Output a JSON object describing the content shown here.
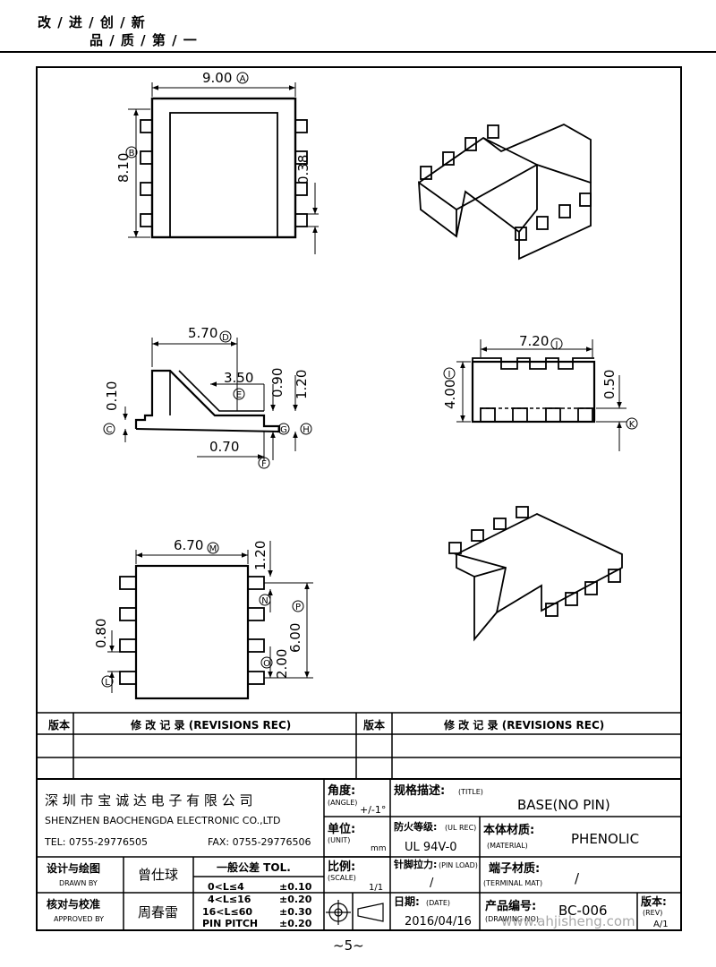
{
  "header": {
    "line1": "改 / 进 / 创 / 新",
    "line2": "品 / 质 / 第 / 一"
  },
  "dims": {
    "d1": "9.00",
    "d1t": "A",
    "d2": "8.10",
    "d2t": "B",
    "d3": "0.38",
    "d4": "5.70",
    "d4t": "D",
    "d5": "3.50",
    "d5t": "E",
    "d6": "0.90",
    "d7": "1.20",
    "d8": "0.10",
    "d8t": "C",
    "d9": "0.70",
    "d9f": "F",
    "d9g": "G",
    "d9h": "H",
    "d10": "7.20",
    "d10t": "J",
    "d11": "4.00",
    "d11t": "I",
    "d12": "0.50",
    "d12k": "K",
    "d13": "6.70",
    "d13t": "M",
    "d14": "1.20",
    "d14n": "N",
    "d15": "6.00",
    "d15t": "P",
    "d16": "0.80",
    "d16t": "L",
    "d17": "2.00",
    "d17t": "O"
  },
  "revisions": {
    "col_ver": "版本",
    "col_rec": "修 改 记 录  (REVISIONS REC)"
  },
  "company": {
    "cn": "深 圳 市 宝 诚 达 电 子 有 限 公 司",
    "en": "SHENZHEN BAOCHENGDA ELECTRONIC CO.,LTD",
    "tel": "TEL: 0755-29776505",
    "fax": "FAX: 0755-29776506"
  },
  "angle": {
    "label": "角度:",
    "en": "(ANGLE)",
    "value": "+/-1°"
  },
  "unit": {
    "label": "单位:",
    "en": "(UNIT)",
    "value": "mm"
  },
  "title": {
    "label": "规格描述:",
    "en": "(TITLE)",
    "value": "BASE(NO  PIN)"
  },
  "flame": {
    "label": "防火等级:",
    "en": "(UL REC)",
    "value": "UL 94V-0"
  },
  "material": {
    "label": "本体材质:",
    "en": "(MATERIAL)",
    "value": "PHENOLIC"
  },
  "drawn": {
    "label": "设计与绘图",
    "en": "DRAWN BY",
    "value": "曾仕球"
  },
  "approved": {
    "label": "核对与校准",
    "en": "APPROVED BY",
    "value": "周春雷"
  },
  "tolerance": {
    "title": "一般公差 TOL.",
    "r1": "0<L≤4",
    "v1": "±0.10",
    "r2": "4<L≤16",
    "v2": "±0.20",
    "r3": "16<L≤60",
    "v3": "±0.30",
    "r4": "PIN PITCH",
    "v4": "±0.20"
  },
  "scale": {
    "label": "比例:",
    "en": "(SCALE)",
    "value": "1/1"
  },
  "pinload": {
    "label": "针脚拉力:",
    "en": "(PIN LOAD)",
    "value": "/"
  },
  "terminal": {
    "label": "端子材质:",
    "en": "(TERMINAL MAT)",
    "value": "/"
  },
  "date": {
    "label": "日期:",
    "en": "(DATE)",
    "value": "2016/04/16"
  },
  "drawing_no": {
    "label": "产品编号:",
    "en": "(DRAWING NO)",
    "value": "BC-006"
  },
  "rev": {
    "label": "版本:",
    "en": "(REV)",
    "value": "A/1"
  },
  "watermark": "www.ahjisheng.com",
  "page": "~5~"
}
